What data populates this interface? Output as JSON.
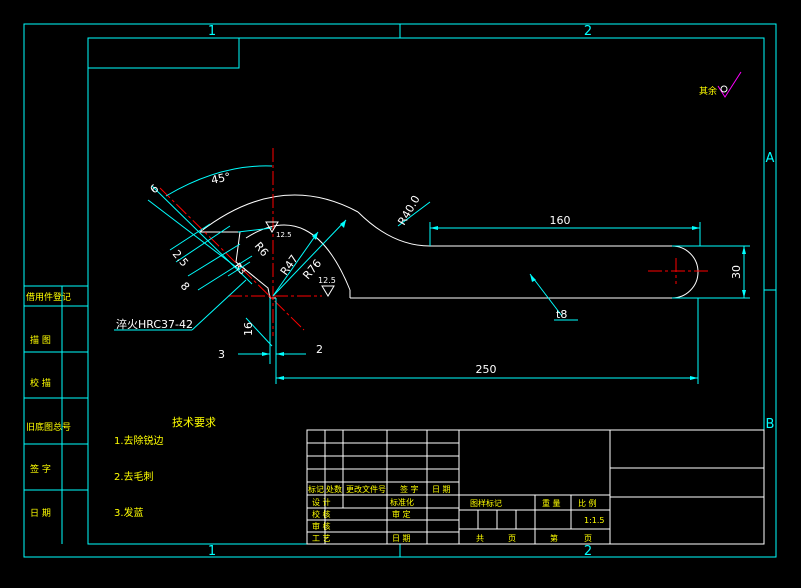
{
  "colors": {
    "background": "#000000",
    "frame": "#00ffff",
    "geometry": "#ffffff",
    "dimension": "#00ffff",
    "dim_text": "#ffffff",
    "center": "#ff0000",
    "note": "#00ff00",
    "yellow": "#ffff00",
    "magenta": "#ff00ff"
  },
  "zones": {
    "top": [
      "1",
      "2"
    ],
    "bottom": [
      "1",
      "2"
    ],
    "right": [
      "A",
      "B"
    ]
  },
  "sidebar": {
    "labels": [
      "借用件登记",
      "描 图",
      "校 描",
      "旧底图总号",
      "签 字",
      "日 期"
    ]
  },
  "roughness_mark": "其余",
  "dimensions": {
    "angle": "45°",
    "left_a": "6",
    "left_b": "2.5",
    "left_c": "8",
    "r_small": "R6",
    "r_small_b": "R3",
    "r47": "R47",
    "r76": "R76",
    "r40": "R40.0",
    "len_160": "160",
    "width_30": "30",
    "len_250": "250",
    "dim_16": "16",
    "dim_3": "3",
    "dim_2": "2",
    "rough_1": "12.5",
    "rough_2": "12.5",
    "thickness": "t8",
    "hardness": "淬火HRC37-42"
  },
  "tech": {
    "title": "技术要求",
    "items": [
      "1.去除锐边",
      "2.去毛刺",
      "3.发蓝"
    ]
  },
  "title_block": {
    "row_a": [
      "标记",
      "处数",
      "更改文件号",
      "签 字",
      "日 期"
    ],
    "row_b": [
      "设 计",
      "标准化",
      "图样标记",
      "重 量",
      "比 例"
    ],
    "row_c": [
      "校 核",
      "审 定"
    ],
    "row_d": [
      "审 核"
    ],
    "row_e": [
      "工 艺",
      "日 期"
    ],
    "scale": "1:1.5",
    "sheet_total": "共",
    "sheet_unit": "页",
    "sheet_no": "第",
    "sheet_unit2": "页"
  }
}
